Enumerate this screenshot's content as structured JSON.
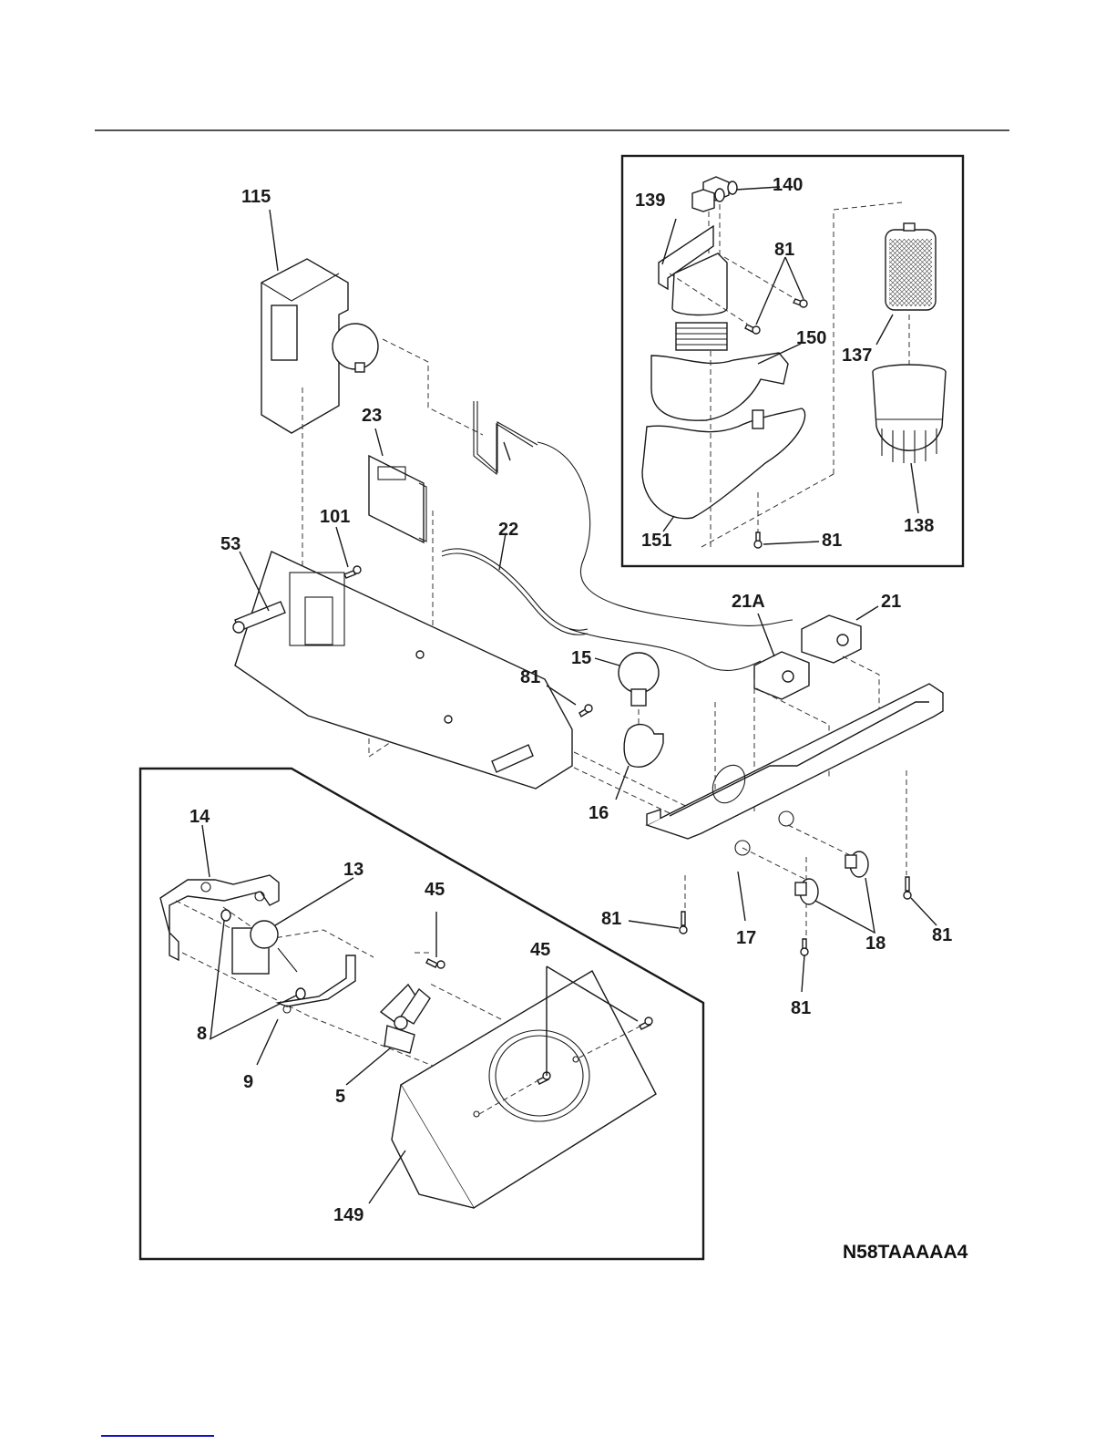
{
  "diagram": {
    "title": "Exploded parts diagram — dispenser, water filter and fan assembly",
    "drawing_code": "N58TAAAAA4",
    "inset_filter": {
      "parts": [
        {
          "label": "140"
        },
        {
          "label": "139"
        },
        {
          "label": "81"
        },
        {
          "label": "150"
        },
        {
          "label": "137"
        },
        {
          "label": "151"
        },
        {
          "label": "81"
        },
        {
          "label": "138"
        }
      ]
    },
    "main": {
      "parts": [
        {
          "label": "115"
        },
        {
          "label": "23"
        },
        {
          "label": "101"
        },
        {
          "label": "53"
        },
        {
          "label": "22"
        },
        {
          "label": "21A"
        },
        {
          "label": "21"
        },
        {
          "label": "15"
        },
        {
          "label": "81"
        },
        {
          "label": "16"
        },
        {
          "label": "17"
        },
        {
          "label": "18"
        },
        {
          "label": "81"
        },
        {
          "label": "81"
        },
        {
          "label": "81"
        }
      ]
    },
    "inset_fan": {
      "parts": [
        {
          "label": "14"
        },
        {
          "label": "13"
        },
        {
          "label": "45"
        },
        {
          "label": "45"
        },
        {
          "label": "8"
        },
        {
          "label": "9"
        },
        {
          "label": "5"
        },
        {
          "label": "149"
        }
      ]
    }
  }
}
